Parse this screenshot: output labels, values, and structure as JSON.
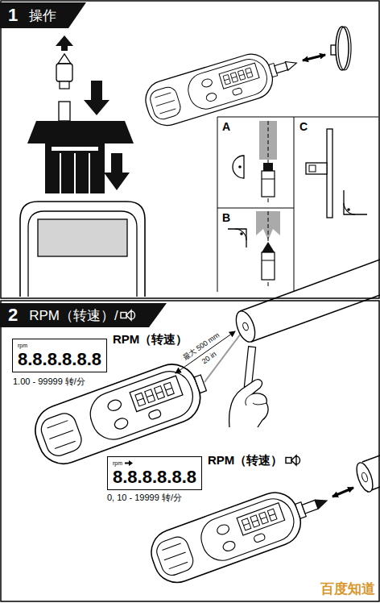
{
  "diagram": {
    "nodes": [
      {
        "text": [
          "1",
          "操作"
        ]
      },
      {
        "text": [
          "2",
          "RPM（转速）/"
        ]
      },
      {
        "text": [
          "rpm",
          "8.8.8.8.8.8"
        ]
      },
      {
        "text": [
          "rpm",
          "8.8.8.8.8.8"
        ]
      }
    ],
    "labels": [
      "A",
      "C",
      "B",
      "RPM（转速）",
      "最大 500 mm",
      "20 in",
      "1.00 - 99999 转/分",
      "RPM（转速）",
      "0, 10 - 19999 转/分",
      "百度知道"
    ]
  }
}
